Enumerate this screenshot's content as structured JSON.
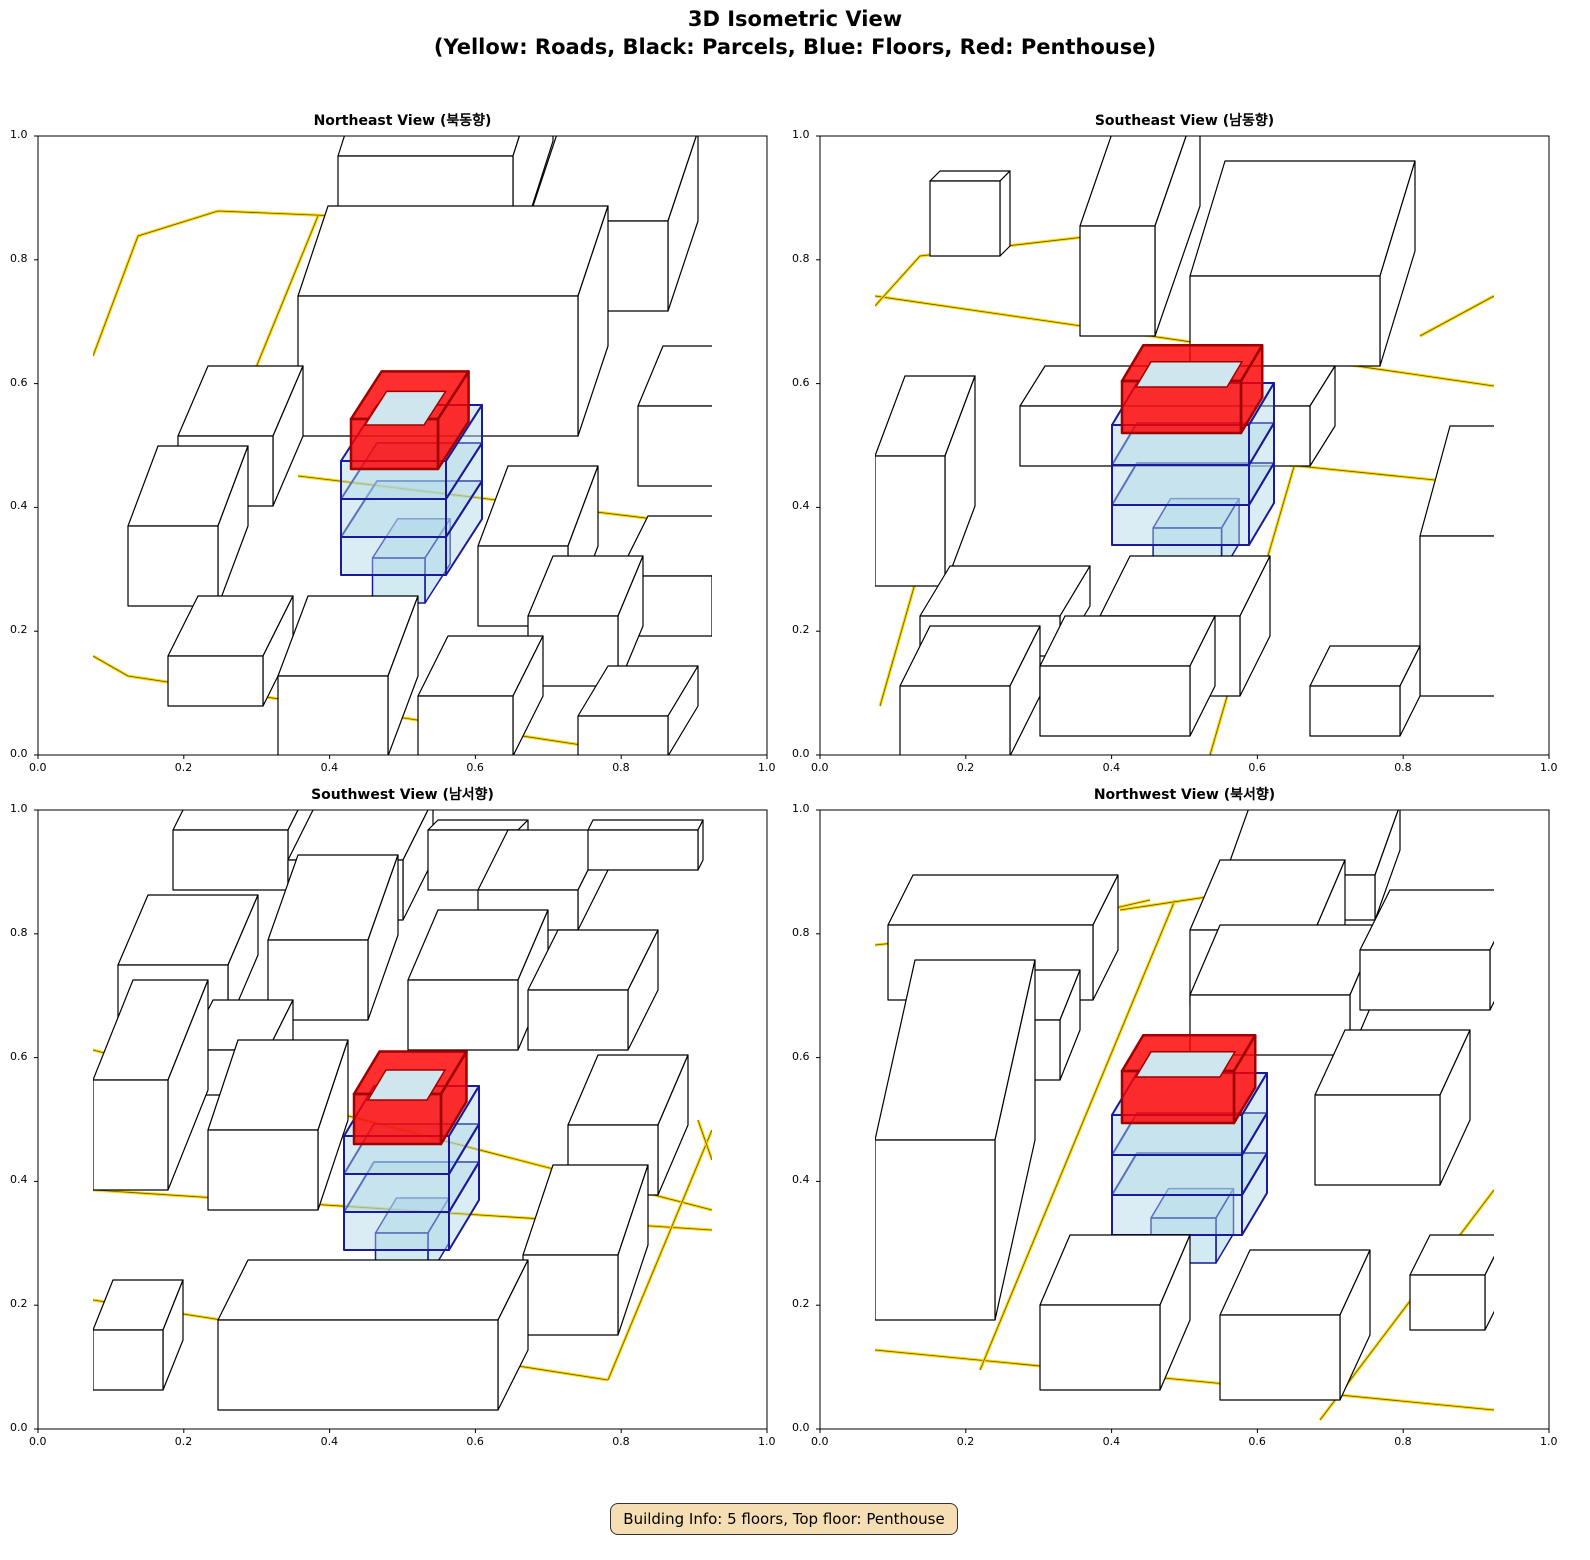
{
  "title": {
    "line1": "3D Isometric View",
    "line2": "(Yellow: Roads, Black: Parcels, Blue: Floors, Red: Penthouse)"
  },
  "panels": [
    {
      "title": "Northeast View (북동향)"
    },
    {
      "title": "Southeast View (남동향)"
    },
    {
      "title": "Southwest View (남서향)"
    },
    {
      "title": "Northwest View (북서향)"
    }
  ],
  "axis_ticks": [
    "0.0",
    "0.2",
    "0.4",
    "0.6",
    "0.8",
    "1.0"
  ],
  "info_box": "Building Info: 5 floors, Top floor: Penthouse",
  "building": {
    "floors": 5,
    "top_floor": "Penthouse"
  },
  "colors": {
    "roads": "#ffd700",
    "parcels": "#000000",
    "floors": "#add8e6",
    "floor_edges": "#1a1a9a",
    "penthouse": "#ff0000"
  }
}
